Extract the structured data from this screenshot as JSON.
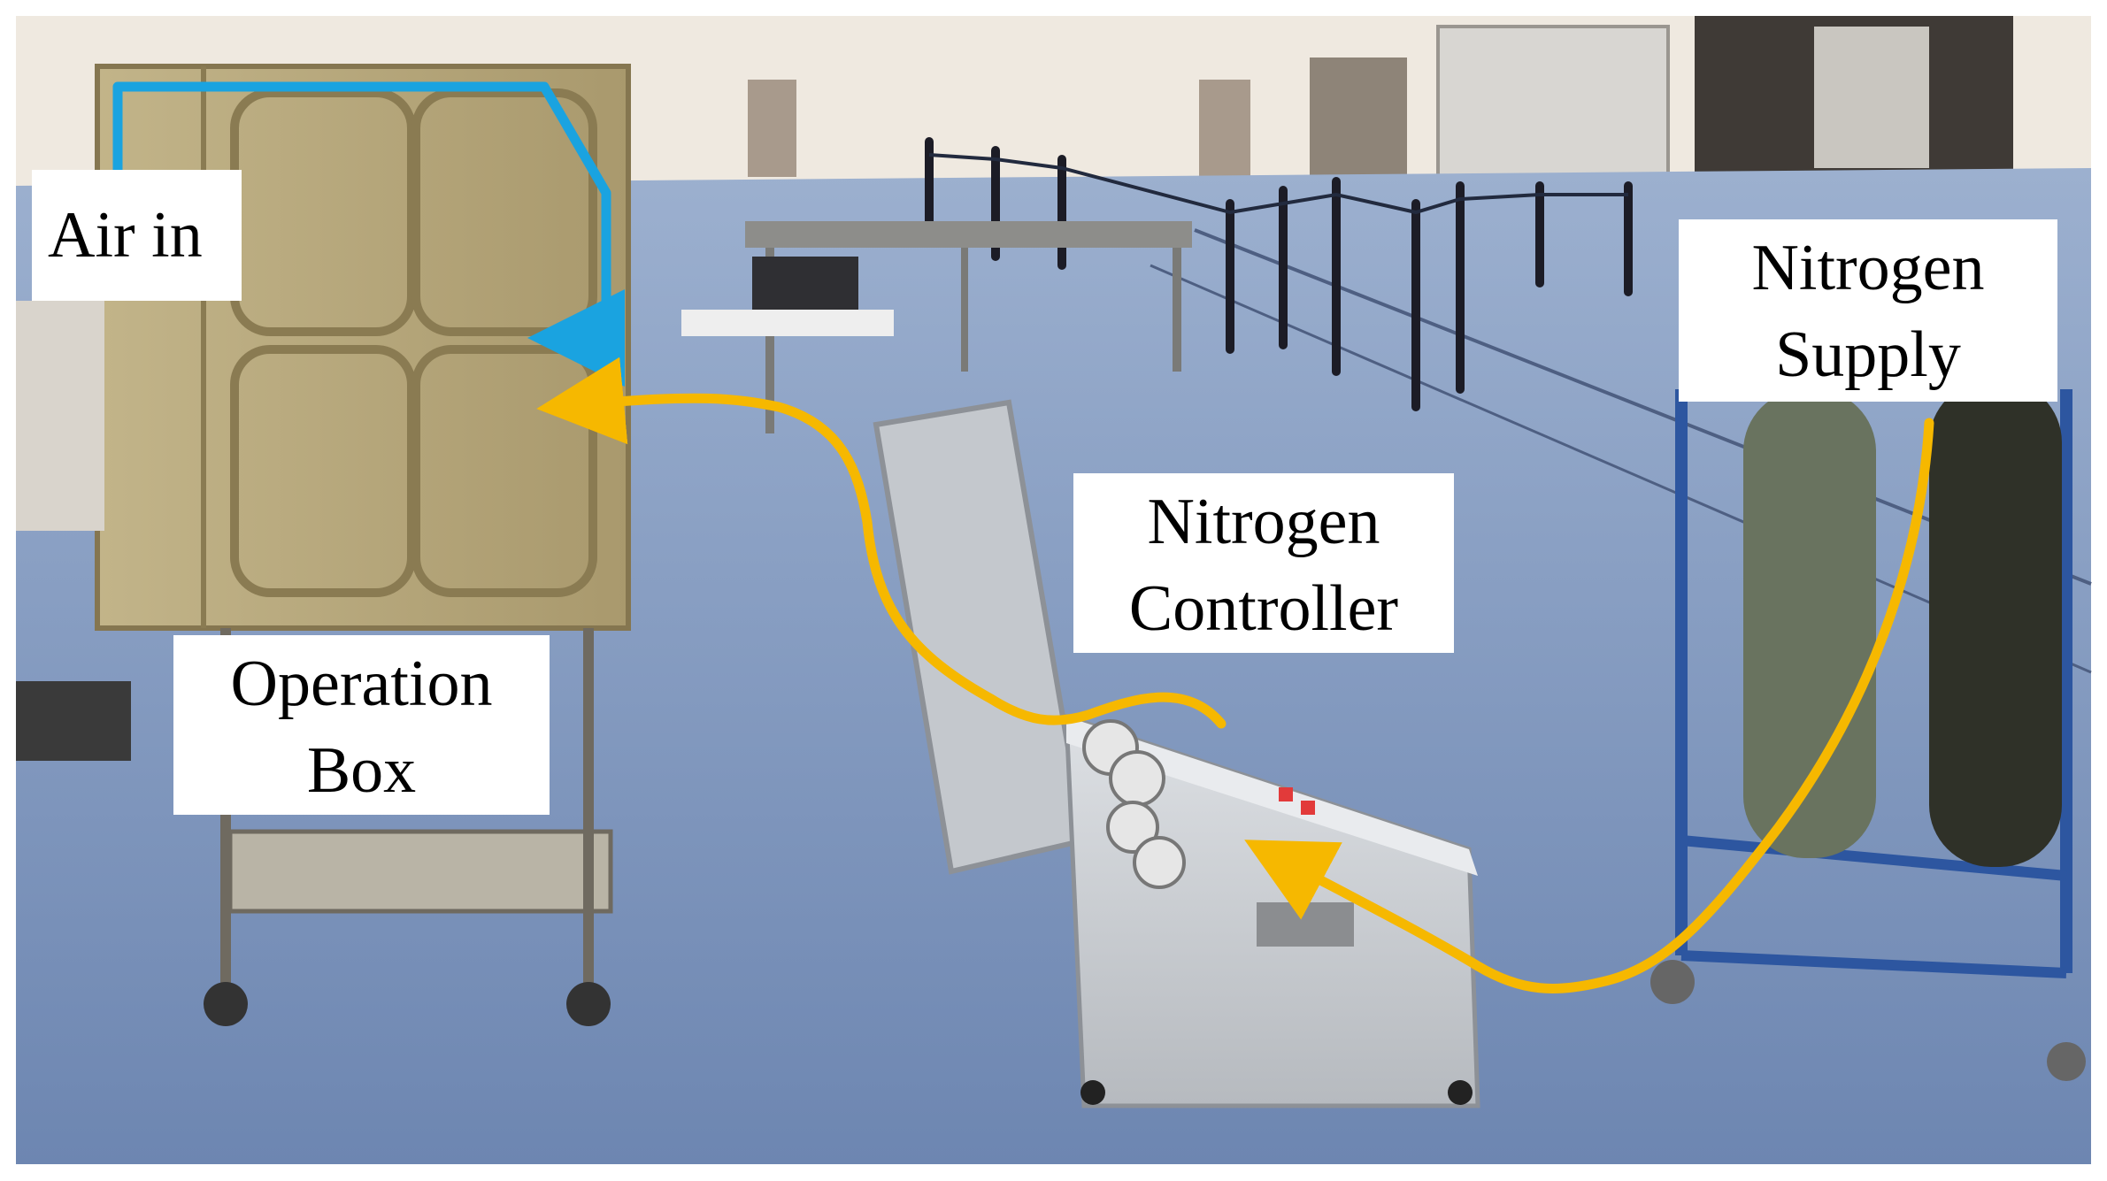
{
  "labels": {
    "air_in": "Air in",
    "operation_box": [
      "Operation",
      "Box"
    ],
    "nitrogen_controller": [
      "Nitrogen",
      "Controller"
    ],
    "nitrogen_supply": [
      "Nitrogen",
      "Supply"
    ]
  },
  "colors": {
    "air_flow_arrow": "#1aa3e0",
    "nitrogen_flow_arrow": "#f6b800",
    "floor": "#7f97bd",
    "wall": "#ece6dd",
    "operation_box": "#b8a77a",
    "controller_case": "#cfd2d6",
    "cylinder": "#6b7560",
    "rack": "#2d56a0"
  }
}
